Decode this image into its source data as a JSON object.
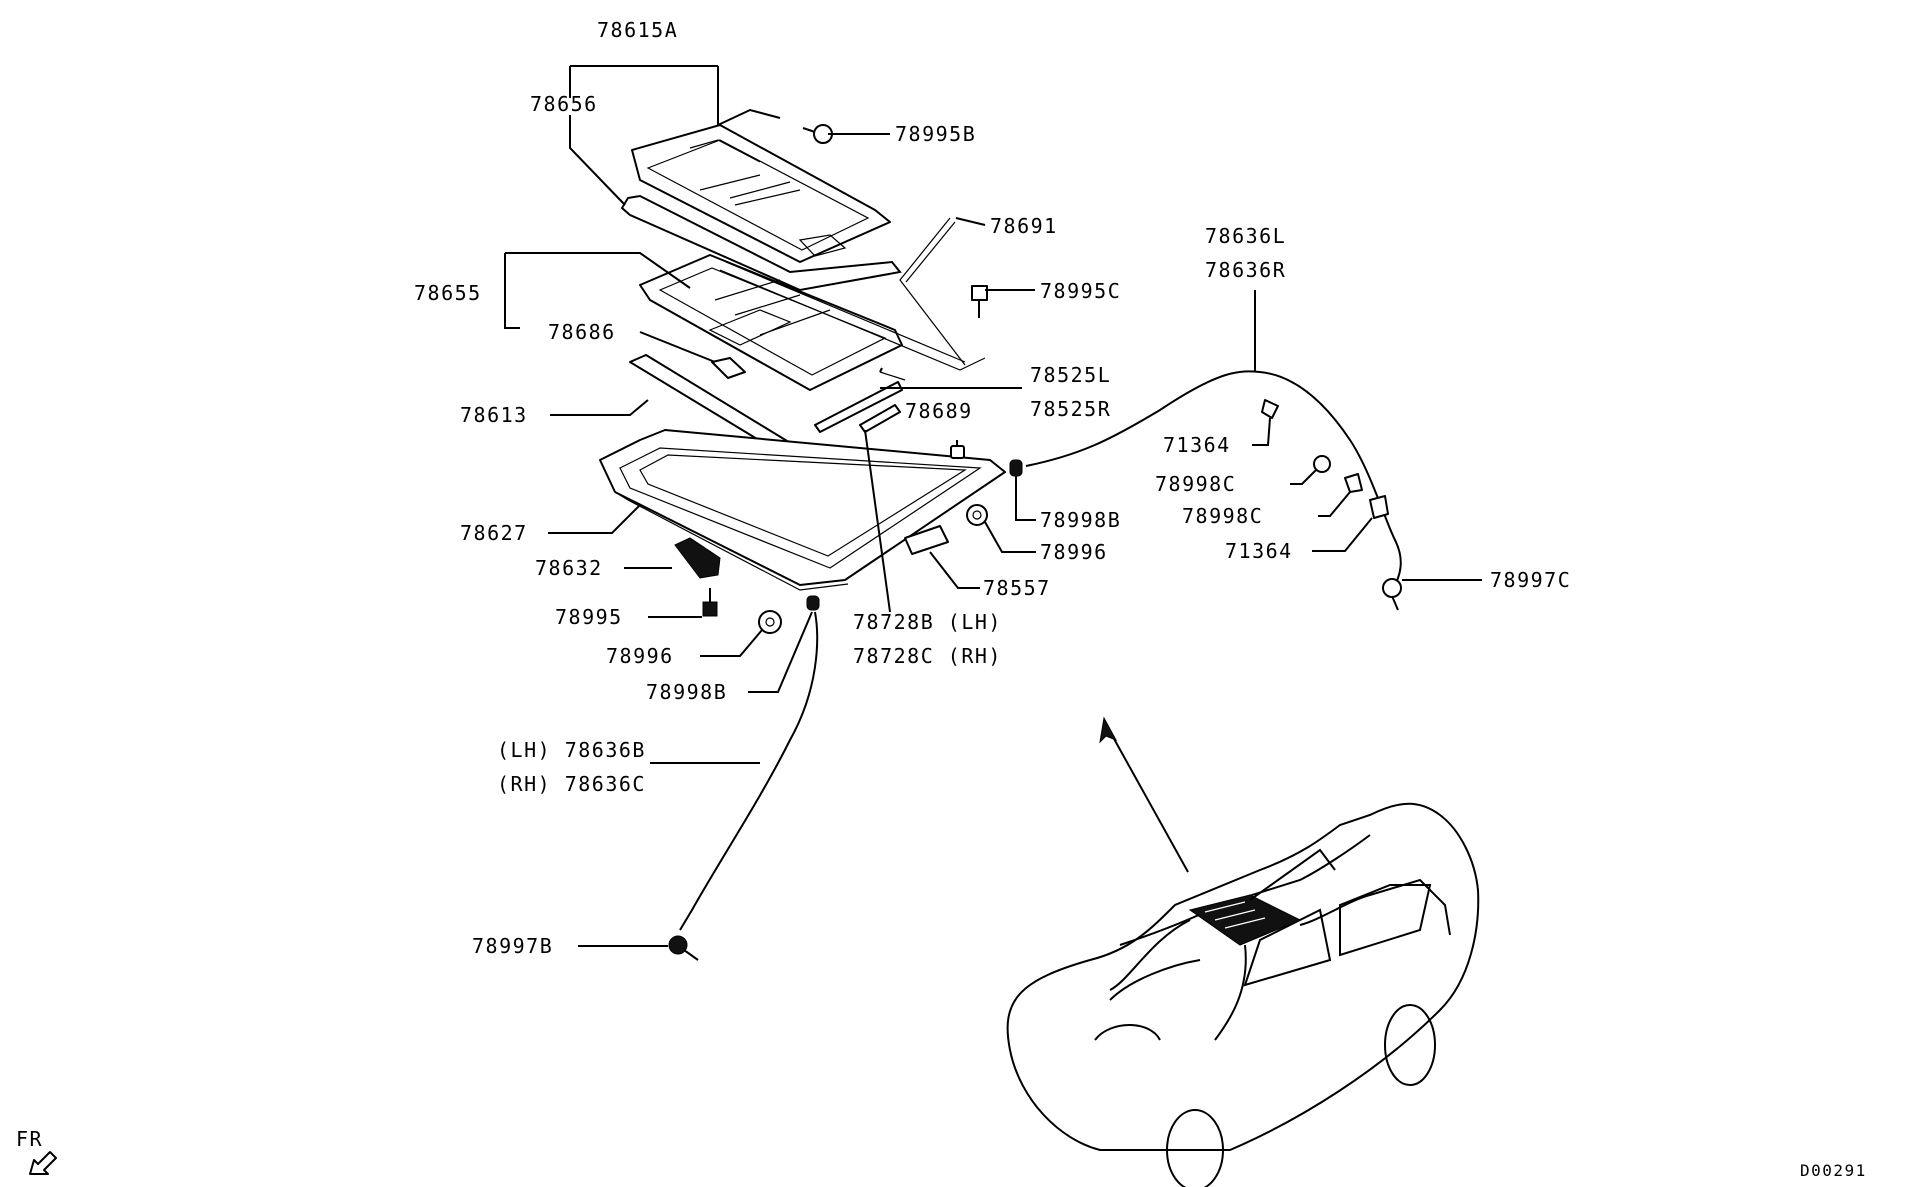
{
  "diagram": {
    "code": "D00291",
    "direction_label": "FR",
    "parts": {
      "p78615A": "78615A",
      "p78656": "78656",
      "p78995B": "78995B",
      "p78691": "78691",
      "p78995C": "78995C",
      "p78655": "78655",
      "p78686": "78686",
      "p78525L": "78525L",
      "p78525R": "78525R",
      "p78613": "78613",
      "p78689": "78689",
      "p78627": "78627",
      "p78998B_right": "78998B",
      "p78996_right": "78996",
      "p78632": "78632",
      "p78557": "78557",
      "p78995": "78995",
      "p78728B": "78728B (LH)",
      "p78728C": "78728C (RH)",
      "p78996_left": "78996",
      "p78998B_left": "78998B",
      "p78636B": "(LH) 78636B",
      "p78636C": "(RH) 78636C",
      "p78997B": "78997B",
      "p78636L": "78636L",
      "p78636R": "78636R",
      "p71364_top": "71364",
      "p78998C_1": "78998C",
      "p78998C_2": "78998C",
      "p71364_bottom": "71364",
      "p78997C": "78997C"
    }
  }
}
